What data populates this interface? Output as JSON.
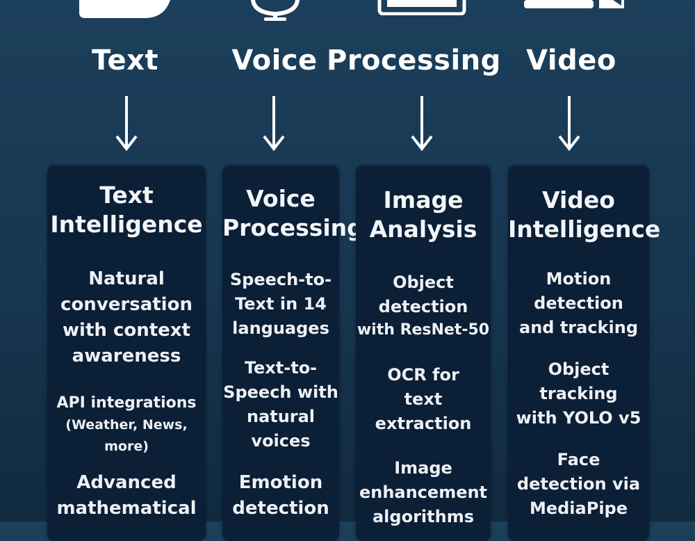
{
  "headings": [
    "Text",
    "Voice",
    "Processing",
    "Video"
  ],
  "cards": [
    {
      "title": [
        "Text",
        "Intelligence"
      ],
      "features": [
        [
          "Natural",
          "conversation",
          "with context",
          "awareness"
        ],
        [
          "API integrations",
          "(Weather, News,",
          "more)"
        ],
        [
          "Advanced",
          "mathematical"
        ]
      ]
    },
    {
      "title": [
        "Voice",
        "Processing"
      ],
      "features": [
        [
          "Speech-to-",
          "Text in 14",
          "languages"
        ],
        [
          "Text-to-",
          "Speech with",
          "natural",
          "voices"
        ],
        [
          "Emotion",
          "detection"
        ]
      ]
    },
    {
      "title": [
        "Image",
        "Analysis"
      ],
      "features": [
        [
          "Object",
          "detection",
          "with ResNet-50"
        ],
        [
          "OCR for",
          "text",
          "extraction"
        ],
        [
          "Image",
          "enhancement",
          "algorithms"
        ]
      ]
    },
    {
      "title": [
        "Video",
        "Intelligence"
      ],
      "features": [
        [
          "Motion",
          "detection",
          "and tracking"
        ],
        [
          "Object",
          "tracking",
          "with YOLO v5"
        ],
        [
          "Face",
          "detection via",
          "MediaPipe"
        ]
      ]
    }
  ],
  "icons": [
    "chat-bubble-icon",
    "microphone-icon",
    "monitor-icon",
    "video-camera-icon"
  ],
  "colors": {
    "background": "#173650",
    "card": "#0b1f36",
    "text": "#ffffff"
  }
}
